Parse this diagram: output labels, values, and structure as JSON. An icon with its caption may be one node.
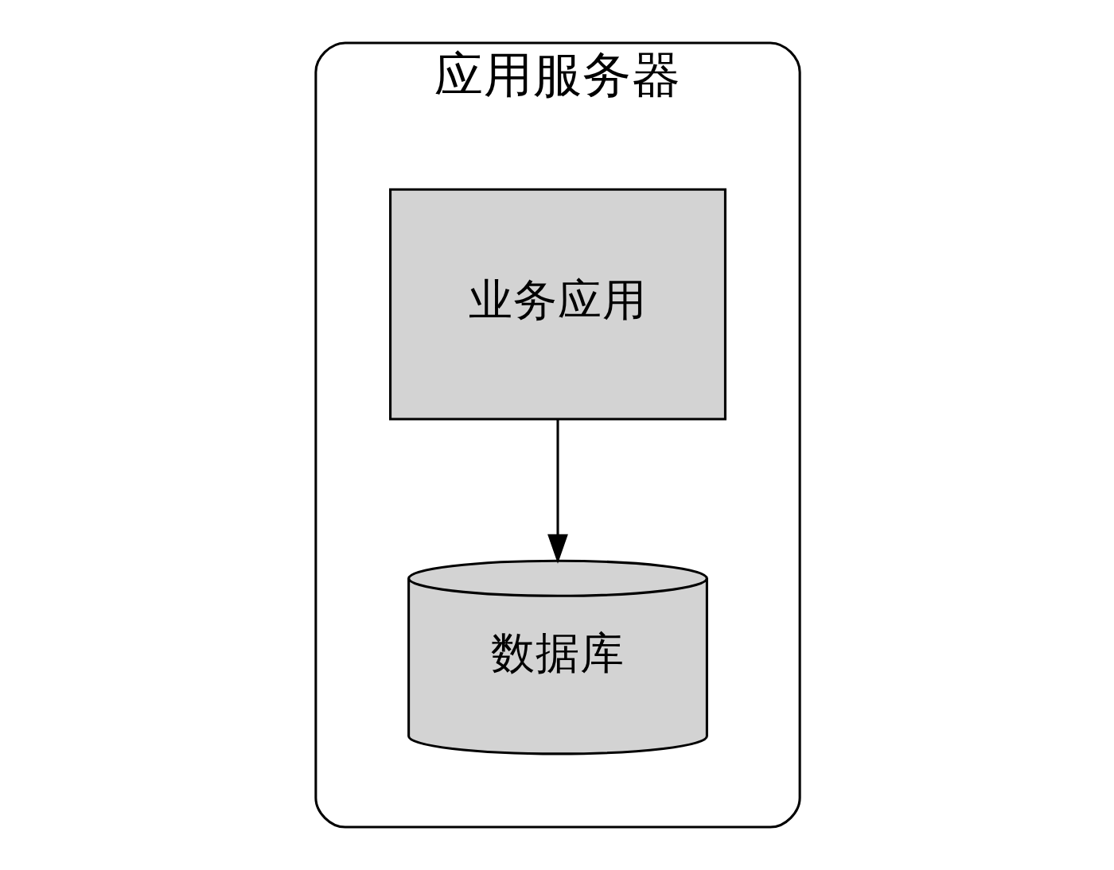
{
  "diagram": {
    "nodes": [
      {
        "text": [
          "应用服务器"
        ]
      },
      {
        "text": [
          "业务应用"
        ],
        "in": 0
      },
      {
        "text": [
          "数据库"
        ],
        "in": 0
      }
    ],
    "edges": [
      {
        "from": 1,
        "to": 2,
        "arrow": "to"
      }
    ]
  }
}
